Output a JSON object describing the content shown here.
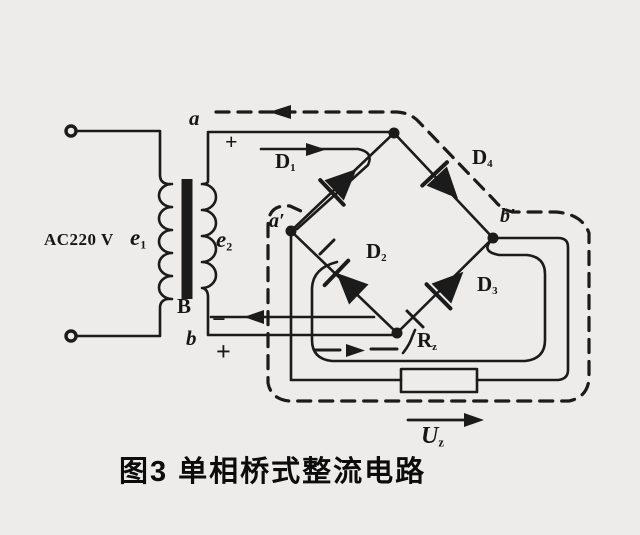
{
  "colors": {
    "bg": "#edecea",
    "ink": "#1b1b1b"
  },
  "caption": "图3 单相桥式整流电路",
  "labels": {
    "source": "AC220 V",
    "primary_main": "e",
    "primary_sub": "1",
    "secondary_main": "e",
    "secondary_sub": "2",
    "core": "B",
    "term_a": "a",
    "term_b": "b",
    "node_a_prime": "a′",
    "node_b_prime": "b′",
    "plus_top": "+",
    "minus_bottom": "−",
    "plus_bottom": "+",
    "d1_main": "D",
    "d1_sub": "1",
    "d2_main": "D",
    "d2_sub": "2",
    "d3_main": "D",
    "d3_sub": "3",
    "d4_main": "D",
    "d4_sub": "4",
    "load_main": "R",
    "load_sub": "z",
    "output_main": "U",
    "output_sub": "z"
  }
}
